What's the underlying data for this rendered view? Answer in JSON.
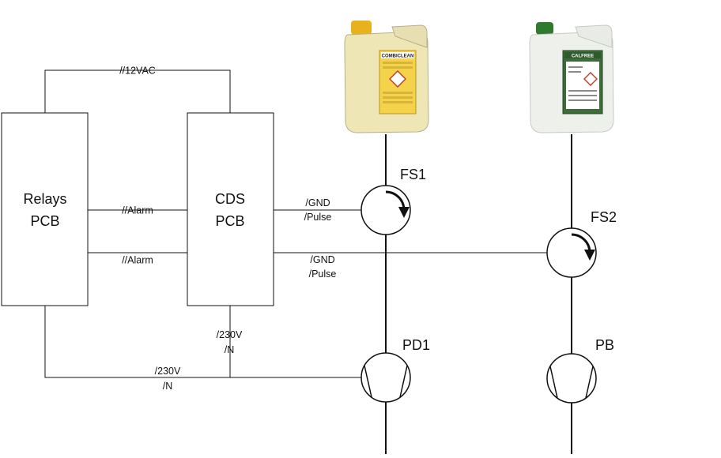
{
  "blocks": {
    "relays": {
      "line1": "Relays",
      "line2": "PCB"
    },
    "cds": {
      "line1": "CDS",
      "line2": "PCB"
    }
  },
  "wires": {
    "vac12": "//12VAC",
    "alarm_top": "//Alarm",
    "alarm_bottom": "//Alarm",
    "fs1_gnd": "/GND",
    "fs1_pulse": "/Pulse",
    "fs2_gnd": "/GND",
    "fs2_pulse": "/Pulse",
    "cds_230v": "/230V",
    "cds_n": "/N",
    "relay_230v": "/230V",
    "relay_n": "/N"
  },
  "sensors": {
    "fs1": "FS1",
    "fs2": "FS2"
  },
  "pumps": {
    "pd1": "PD1",
    "pb": "PB"
  },
  "products": {
    "left": {
      "label": "COMBICLEAN",
      "cap_color": "#e8b21c",
      "liquid_color": "#efe6b6"
    },
    "right": {
      "label": "CALFREE",
      "cap_color": "#2f7a2f",
      "liquid_color": "#eef0ec"
    }
  }
}
